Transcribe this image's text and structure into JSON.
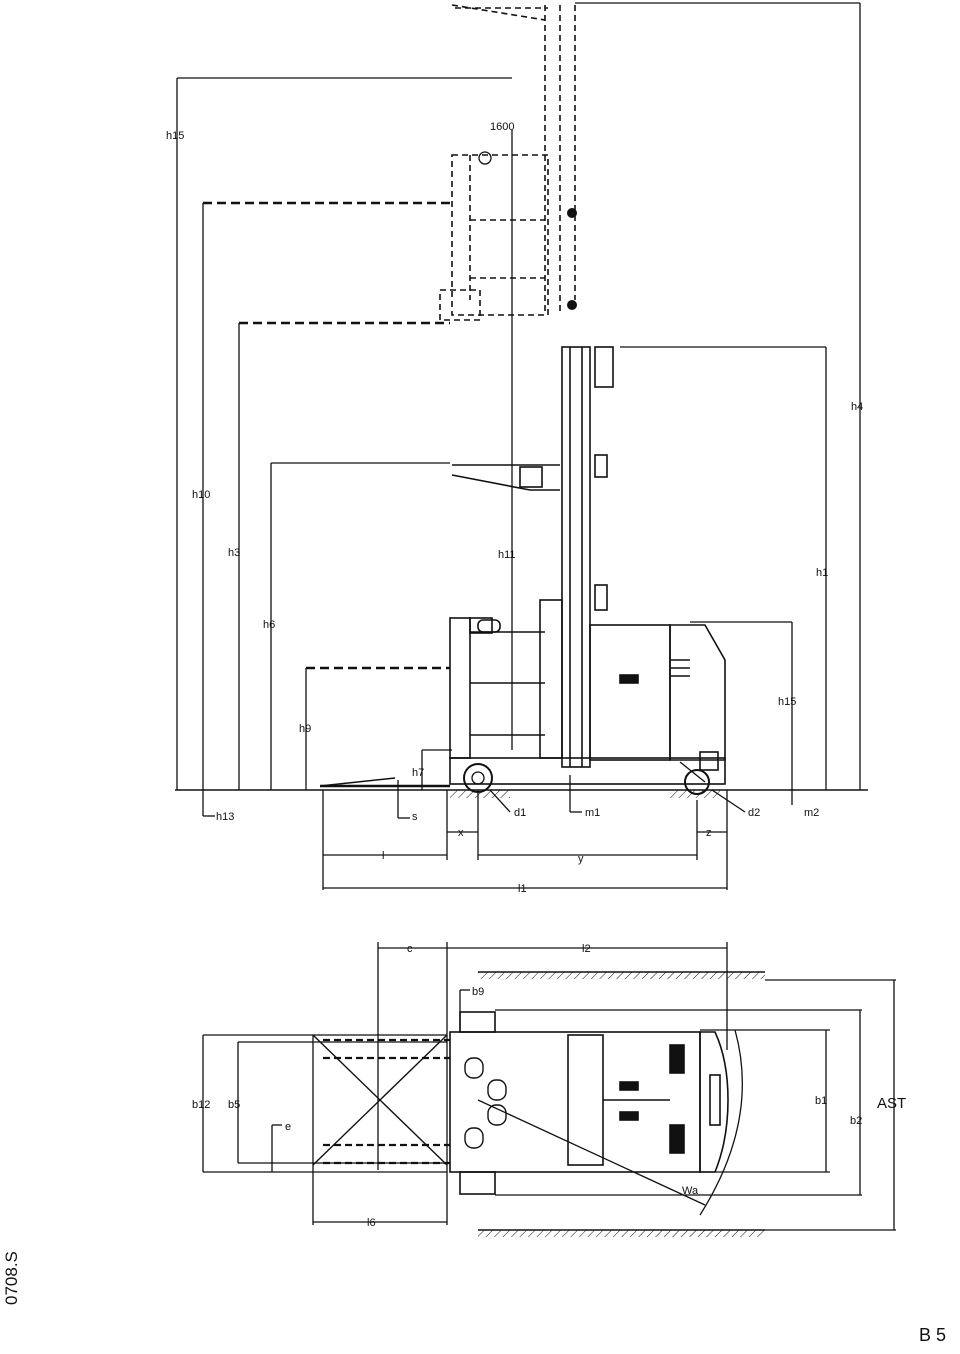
{
  "side_view": {
    "labels": {
      "h15": "h15",
      "h10": "h10",
      "h3": "h3",
      "h6": "h6",
      "h9": "h9",
      "h11": "h11",
      "h7": "h7",
      "h13": "h13",
      "s": "s",
      "d1": "d1",
      "m1": "m1",
      "d2": "d2",
      "m2": "m2",
      "x": "x",
      "z": "z",
      "l": "l",
      "y": "y",
      "l1": "l1",
      "h4": "h4",
      "h1": "h1",
      "h15b": "h15",
      "dim1600": "1600"
    }
  },
  "top_view": {
    "labels": {
      "c": "c",
      "l2": "l2",
      "b9": "b9",
      "b12": "b12",
      "b5": "b5",
      "e": "e",
      "l6": "l6",
      "b1": "b1",
      "b2": "b2",
      "ast": "AST",
      "wa": "Wa"
    }
  },
  "footer": {
    "drawing_code": "0708.S",
    "page_number": "B 5"
  }
}
